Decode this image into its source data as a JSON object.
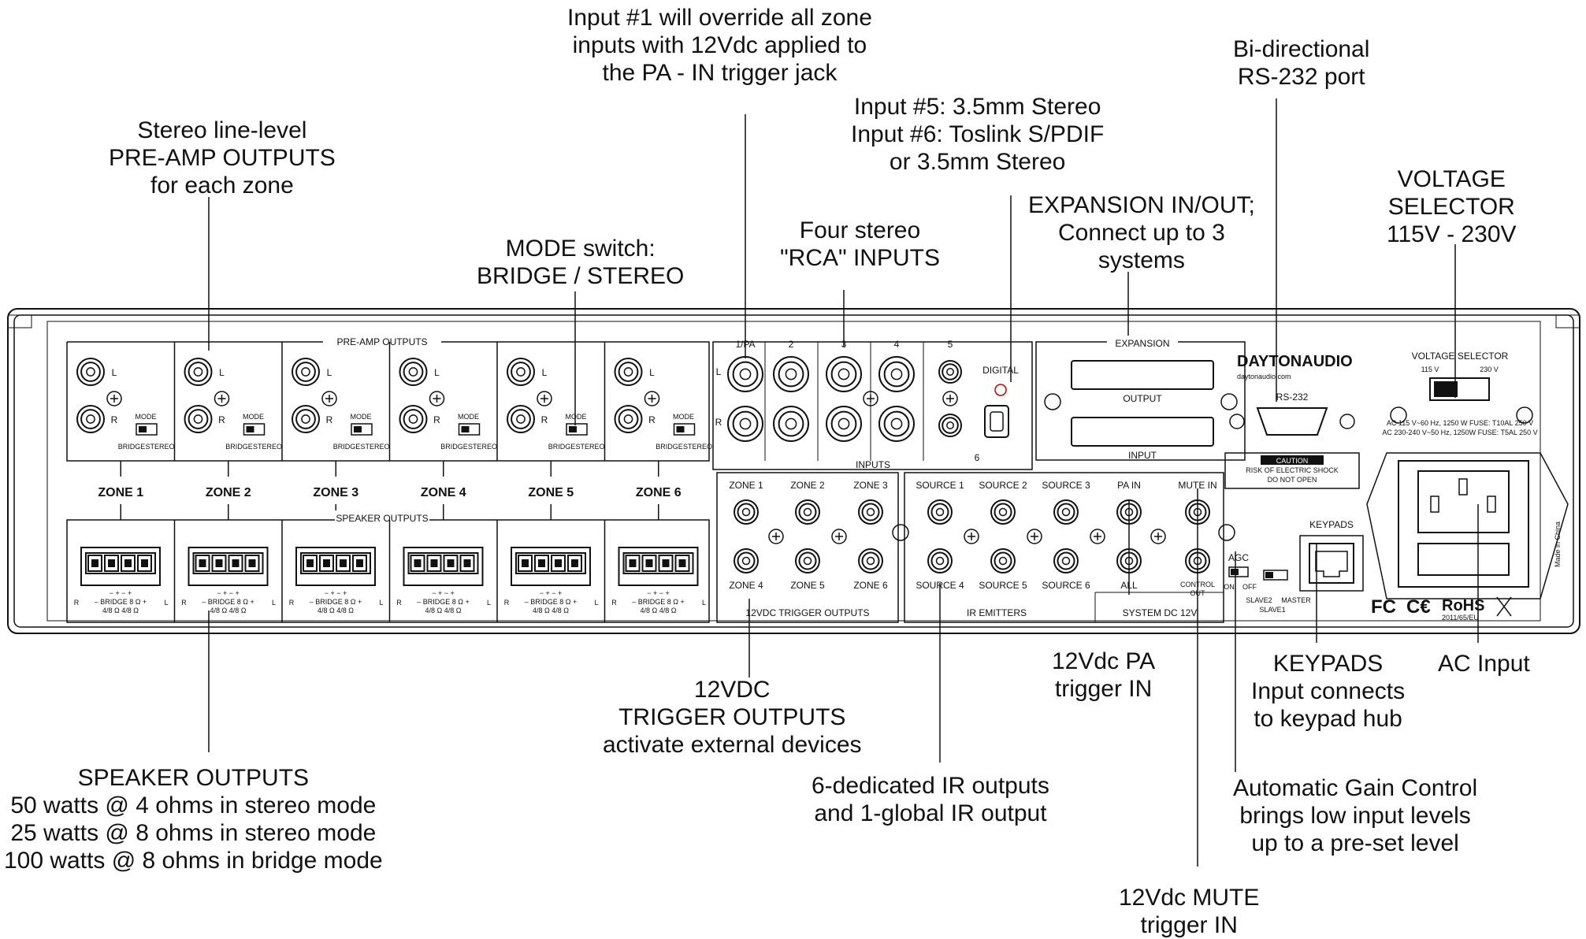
{
  "callouts": {
    "input1_override": [
      "Input #1 will override all zone",
      "inputs with 12Vdc applied to",
      "the PA - IN trigger jack"
    ],
    "rs232": [
      "Bi-directional",
      "RS-232 port"
    ],
    "input5_6": [
      "Input #5: 3.5mm Stereo",
      "Input #6: Toslink S/PDIF",
      "or 3.5mm Stereo"
    ],
    "preamp": [
      "Stereo line-level",
      "PRE-AMP OUTPUTS",
      "for each zone"
    ],
    "expansion": [
      "EXPANSION IN/OUT;",
      "Connect up to 3",
      "systems"
    ],
    "voltage": [
      "VOLTAGE",
      "SELECTOR",
      "115V - 230V"
    ],
    "rca": [
      "Four stereo",
      "\"RCA\" INPUTS"
    ],
    "mode": [
      "MODE switch:",
      "BRIDGE / STEREO"
    ],
    "pa_in": [
      "12Vdc PA",
      "trigger IN"
    ],
    "keypads": [
      "KEYPADS",
      "Input connects",
      "to keypad hub"
    ],
    "ac": [
      "AC Input"
    ],
    "trigger": [
      "12VDC",
      "TRIGGER OUTPUTS",
      "activate external devices"
    ],
    "speaker": [
      "SPEAKER OUTPUTS",
      "50 watts @ 4 ohms in stereo mode",
      "25 watts @ 8 ohms in stereo mode",
      "100 watts @ 8 ohms in bridge mode"
    ],
    "ir": [
      "6-dedicated IR outputs",
      "and 1-global IR output"
    ],
    "agc": [
      "Automatic Gain Control",
      "brings low input levels",
      "up to a pre-set level"
    ],
    "mute": [
      "12Vdc MUTE",
      "trigger IN"
    ]
  },
  "panel": {
    "preamp_title": "PRE-AMP OUTPUTS",
    "speaker_title": "SPEAKER OUTPUTS",
    "zones": [
      "ZONE 1",
      "ZONE 2",
      "ZONE 3",
      "ZONE 4",
      "ZONE 5",
      "ZONE 6"
    ],
    "mode_label": "MODE",
    "bridge_label": "BRIDGE",
    "stereo_label": "STEREO",
    "left_label": "L",
    "right_label": "R",
    "terminal_polarity": "− + − +",
    "terminal_bridge": "– BRIDGE 8 Ω +",
    "terminal_ohms": "4/8 Ω   4/8 Ω",
    "inputs_title": "INPUTS",
    "input_numbers": [
      "1/PA",
      "2",
      "3",
      "4",
      "5",
      "6"
    ],
    "digital_label": "DIGITAL",
    "trigger_zones_top": [
      "ZONE 1",
      "ZONE 2",
      "ZONE 3"
    ],
    "trigger_zones_bottom": [
      "ZONE 4",
      "ZONE 5",
      "ZONE 6"
    ],
    "trigger_title": "12VDC TRIGGER OUTPUTS",
    "sources_top": [
      "SOURCE 1",
      "SOURCE 2",
      "SOURCE 3"
    ],
    "sources_bottom": [
      "SOURCE 4",
      "SOURCE 5",
      "SOURCE 6"
    ],
    "ir_title": "IR EMITTERS",
    "pa_in": "PA IN",
    "mute_in": "MUTE IN",
    "all": "ALL",
    "control_out": [
      "CONTROL",
      "OUT"
    ],
    "system_dc": "SYSTEM DC 12V",
    "expansion_title": "EXPANSION",
    "output": "OUTPUT",
    "input": "INPUT",
    "brand": "DAYTONAUDIO",
    "brand_url": "daytonaudio.com",
    "rs232": "RS-232",
    "caution": "CAUTION",
    "caution_l1": "RISK OF ELECTRIC SHOCK",
    "caution_l2": "DO NOT OPEN",
    "agc": "AGC",
    "agc_on": "ON",
    "agc_off": "OFF",
    "slave2": "SLAVE2",
    "slave1": "SLAVE1",
    "master": "MASTER",
    "keypads": "KEYPADS",
    "voltage_selector": "VOLTAGE SELECTOR",
    "v115": "115 V",
    "v230": "230 V",
    "ac_line1": "AC 115 V~60 Hz, 1250 W FUSE: T10AL 250 V",
    "ac_line2": "AC 230-240 V~50 Hz, 1250W FUSE: T5AL 250 V",
    "made_in": "Made in China",
    "fc": "FC",
    "ce": "C€",
    "rohs": "RoHS",
    "rohs_date": "2011/65/EU"
  }
}
